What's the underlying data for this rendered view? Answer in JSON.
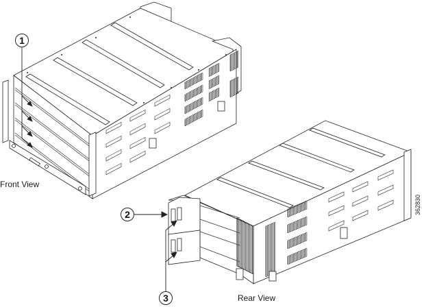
{
  "diagram": {
    "type": "technical-line-drawing",
    "subject": "rack-mount chassis, isometric views",
    "views": [
      {
        "id": "front",
        "label": "Front View"
      },
      {
        "id": "rear",
        "label": "Rear View"
      }
    ],
    "callouts": [
      {
        "number": "1",
        "points_to": "four front card slots (arrows)"
      },
      {
        "number": "2",
        "points_to": "upper rear power module"
      },
      {
        "number": "3",
        "points_to": "power module connectors (arrows)"
      }
    ],
    "figure_id": "362830",
    "colors": {
      "line": "#222222",
      "background": "#ffffff",
      "vent": "#555555"
    }
  }
}
